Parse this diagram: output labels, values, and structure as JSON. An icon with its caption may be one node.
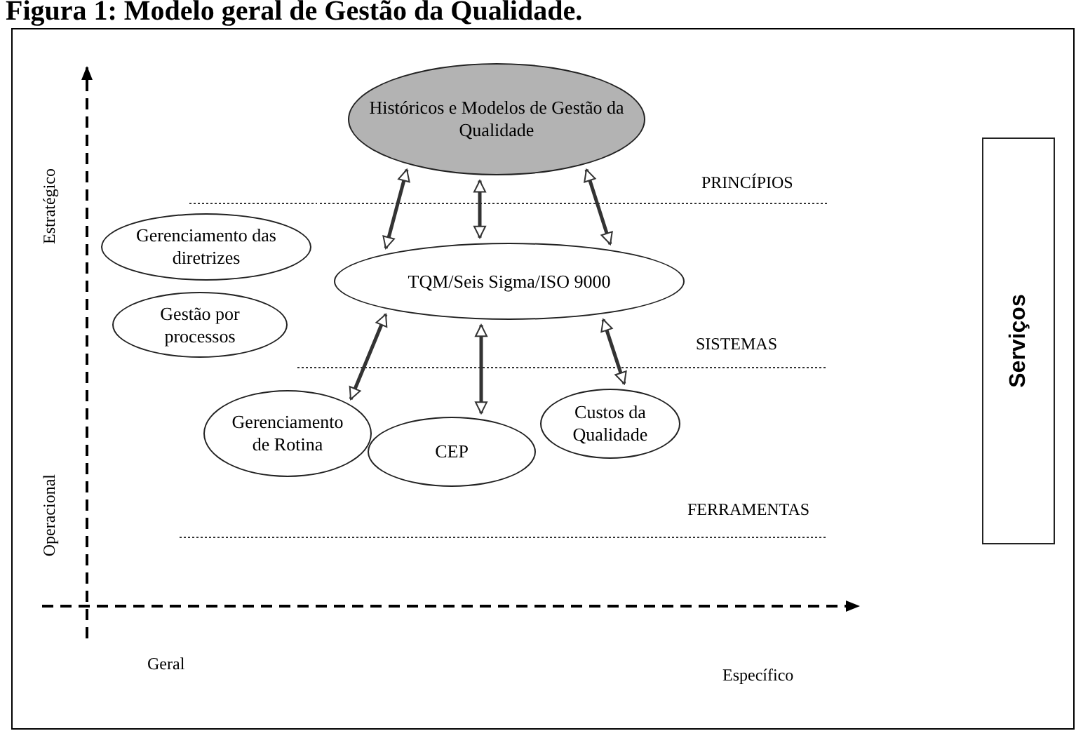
{
  "diagram": {
    "title": "Figura 1: Modelo geral de Gestão da Qualidade.",
    "nodes": [
      {
        "text": [
          "Históricos e Modelos de Gestão da Qualidade"
        ]
      },
      {
        "text": [
          "Gerenciamento das diretrizes"
        ]
      },
      {
        "text": [
          "TQM/Seis Sigma/ISO 9000"
        ]
      },
      {
        "text": [
          "Gestão por processos"
        ]
      },
      {
        "text": [
          "Gerenciamento de Rotina"
        ]
      },
      {
        "text": [
          "CEP"
        ]
      },
      {
        "text": [
          "Custos da Qualidade"
        ]
      },
      {
        "text": [
          "Serviços"
        ]
      }
    ],
    "edges": [
      {
        "from": 0,
        "to": 2,
        "arrow": "both"
      },
      {
        "from": 0,
        "to": 2,
        "arrow": "both"
      },
      {
        "from": 0,
        "to": 2,
        "arrow": "both"
      },
      {
        "from": 2,
        "to": 4,
        "arrow": "both"
      },
      {
        "from": 2,
        "to": 5,
        "arrow": "both"
      },
      {
        "from": 2,
        "to": 6,
        "arrow": "both"
      }
    ],
    "labels": [
      "PRINCÍPIOS",
      "Estratégico",
      "SISTEMAS",
      "FERRAMENTAS",
      "Operacional",
      "Geral",
      "Específico"
    ]
  }
}
